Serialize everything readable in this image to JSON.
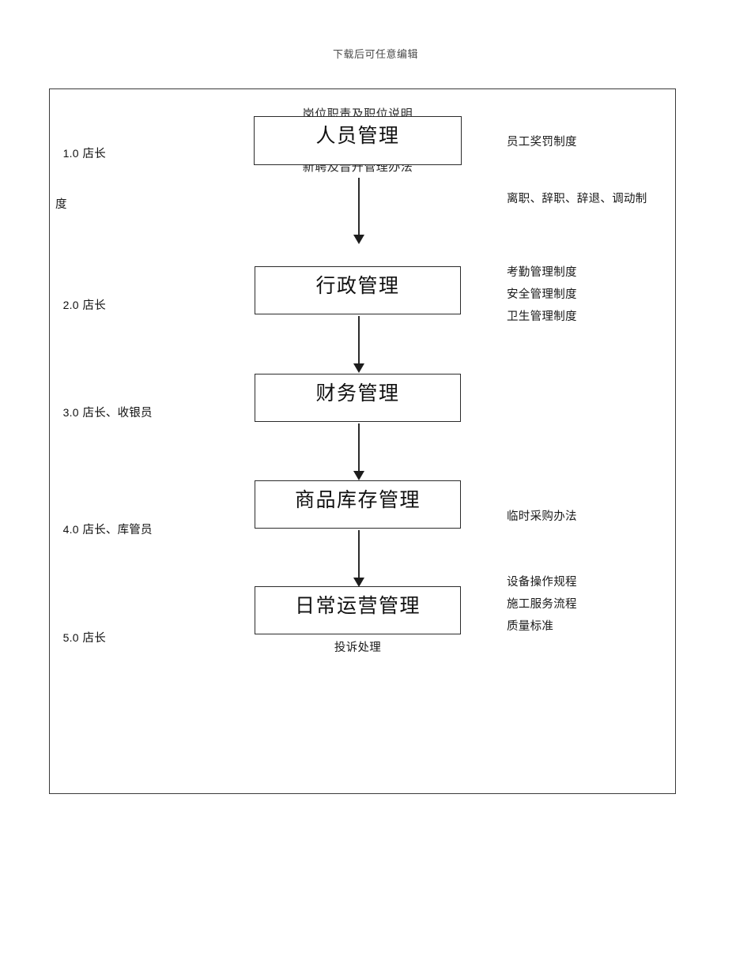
{
  "document": {
    "header_note": "下载后可任意编辑"
  },
  "flow": {
    "rows": [
      {
        "id": "row-1",
        "number": "1.0",
        "role": "店长",
        "box_label": "人员管理",
        "overlay_above": "岗位职责及职位说明",
        "overlay_below": "新聘及晋升管理办法",
        "annotations": [
          "员工奖罚制度",
          "离职、辞职、辞退、调动制"
        ],
        "wrapped_tail": "度"
      },
      {
        "id": "row-2",
        "number": "2.0",
        "role": "店长",
        "box_label": "行政管理",
        "annotations": [
          "考勤管理制度",
          "安全管理制度",
          "卫生管理制度"
        ]
      },
      {
        "id": "row-3",
        "number": "3.0",
        "role": "店长、收银员",
        "box_label": "财务管理",
        "annotations": []
      },
      {
        "id": "row-4",
        "number": "4.0",
        "role": "店长、库管员",
        "box_label": "商品库存管理",
        "annotations": [
          "临时采购办法"
        ]
      },
      {
        "id": "row-5",
        "number": "5.0",
        "role": "店长",
        "box_label": "日常运营管理",
        "annotations": [
          "设备操作规程",
          "施工服务流程",
          "质量标准"
        ],
        "caption_below": "投诉处理"
      }
    ],
    "connector_count": 4
  },
  "colors": {
    "frame_border": "#3a3a3a",
    "box_border": "#2b2b2b",
    "arrow": "#1d1d1d",
    "text": "#1a1a1a",
    "header_text": "#4a4a4a",
    "page_background": "#ffffff"
  }
}
